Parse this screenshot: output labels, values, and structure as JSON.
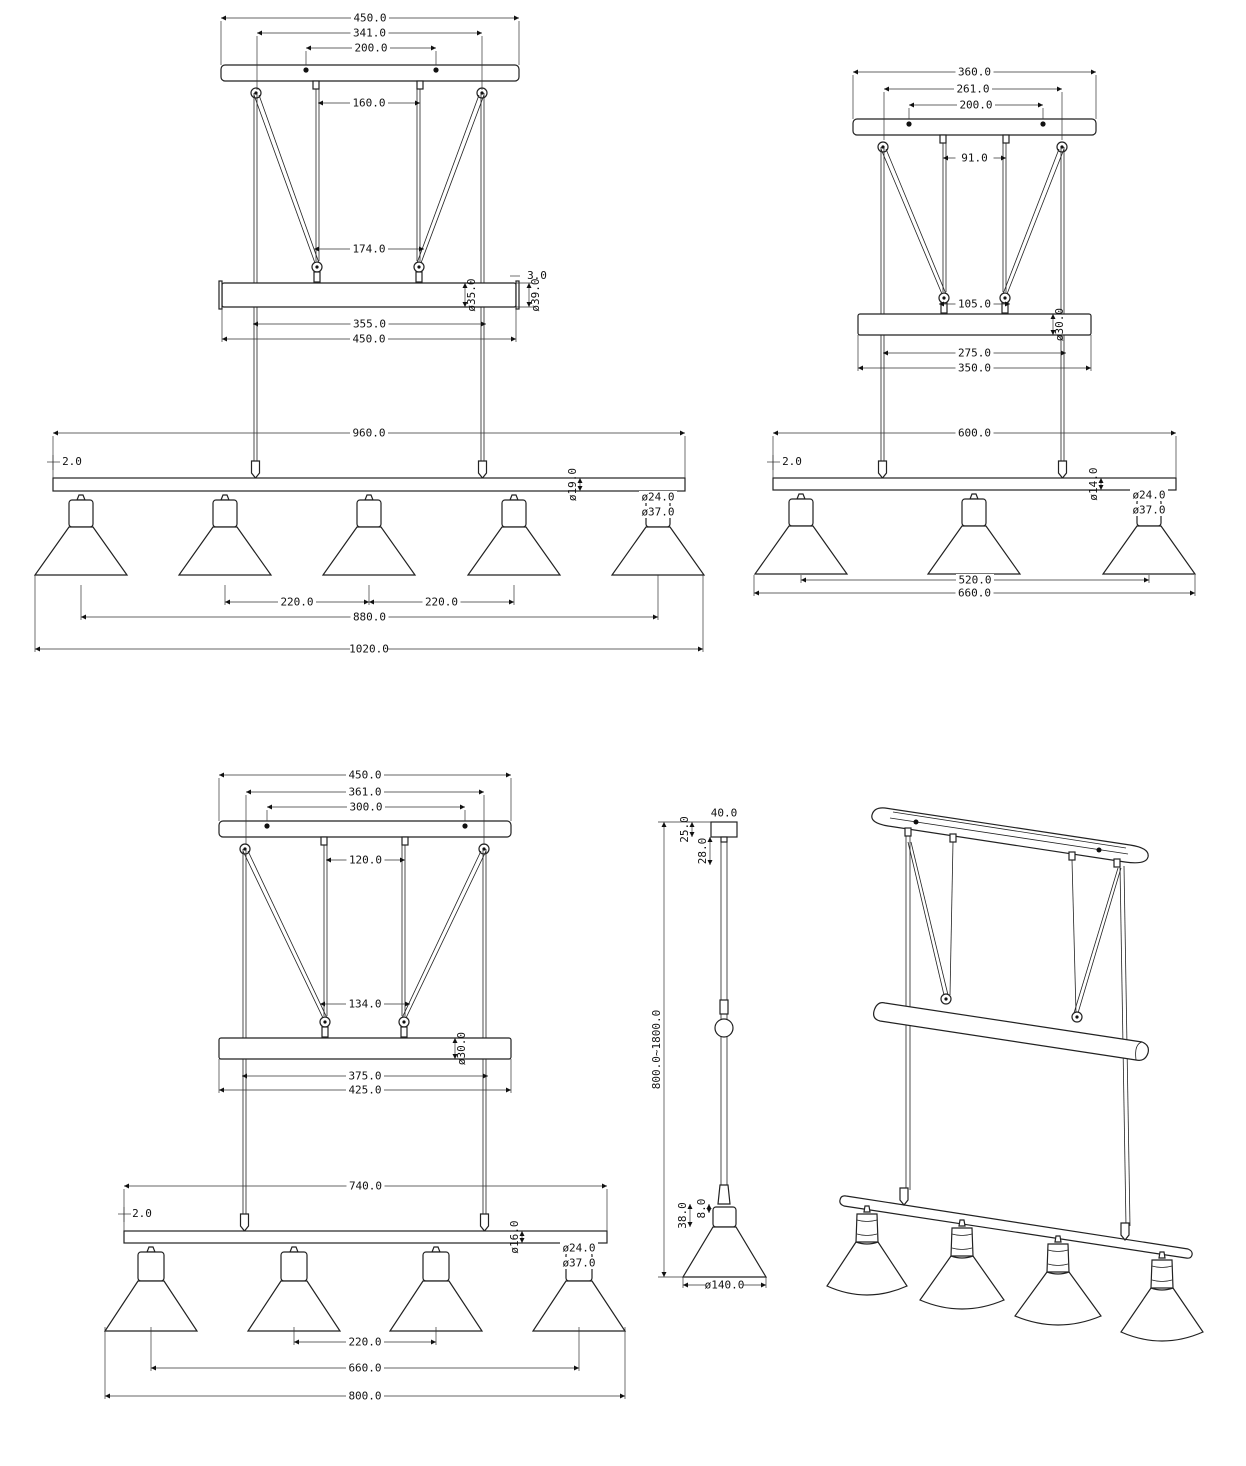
{
  "views": {
    "five_light": {
      "dims": [
        "450.0",
        "341.0",
        "200.0",
        "160.0",
        "174.0",
        "ø35.0",
        "3.0",
        "355.0",
        "450.0",
        "ø39.0",
        "960.0",
        "2.0",
        "ø19.0",
        "ø24.0",
        "ø37.0",
        "220.0",
        "220.0",
        "880.0",
        "1020.0"
      ]
    },
    "three_light": {
      "dims": [
        "360.0",
        "261.0",
        "200.0",
        "91.0",
        "105.0",
        "ø30.0",
        "275.0",
        "350.0",
        "600.0",
        "2.0",
        "ø14.0",
        "ø24.0",
        "ø37.0",
        "520.0",
        "660.0"
      ]
    },
    "four_light": {
      "dims": [
        "450.0",
        "361.0",
        "300.0",
        "120.0",
        "134.0",
        "ø30.0",
        "375.0",
        "425.0",
        "740.0",
        "2.0",
        "ø16.0",
        "ø24.0",
        "ø37.0",
        "220.0",
        "660.0",
        "800.0"
      ]
    },
    "side_view": {
      "dims": [
        "40.0",
        "25.0",
        "28.0",
        "800.0~1800.0",
        "38.0",
        "8.0",
        "ø140.0"
      ]
    },
    "perspective": {
      "dims": []
    }
  }
}
